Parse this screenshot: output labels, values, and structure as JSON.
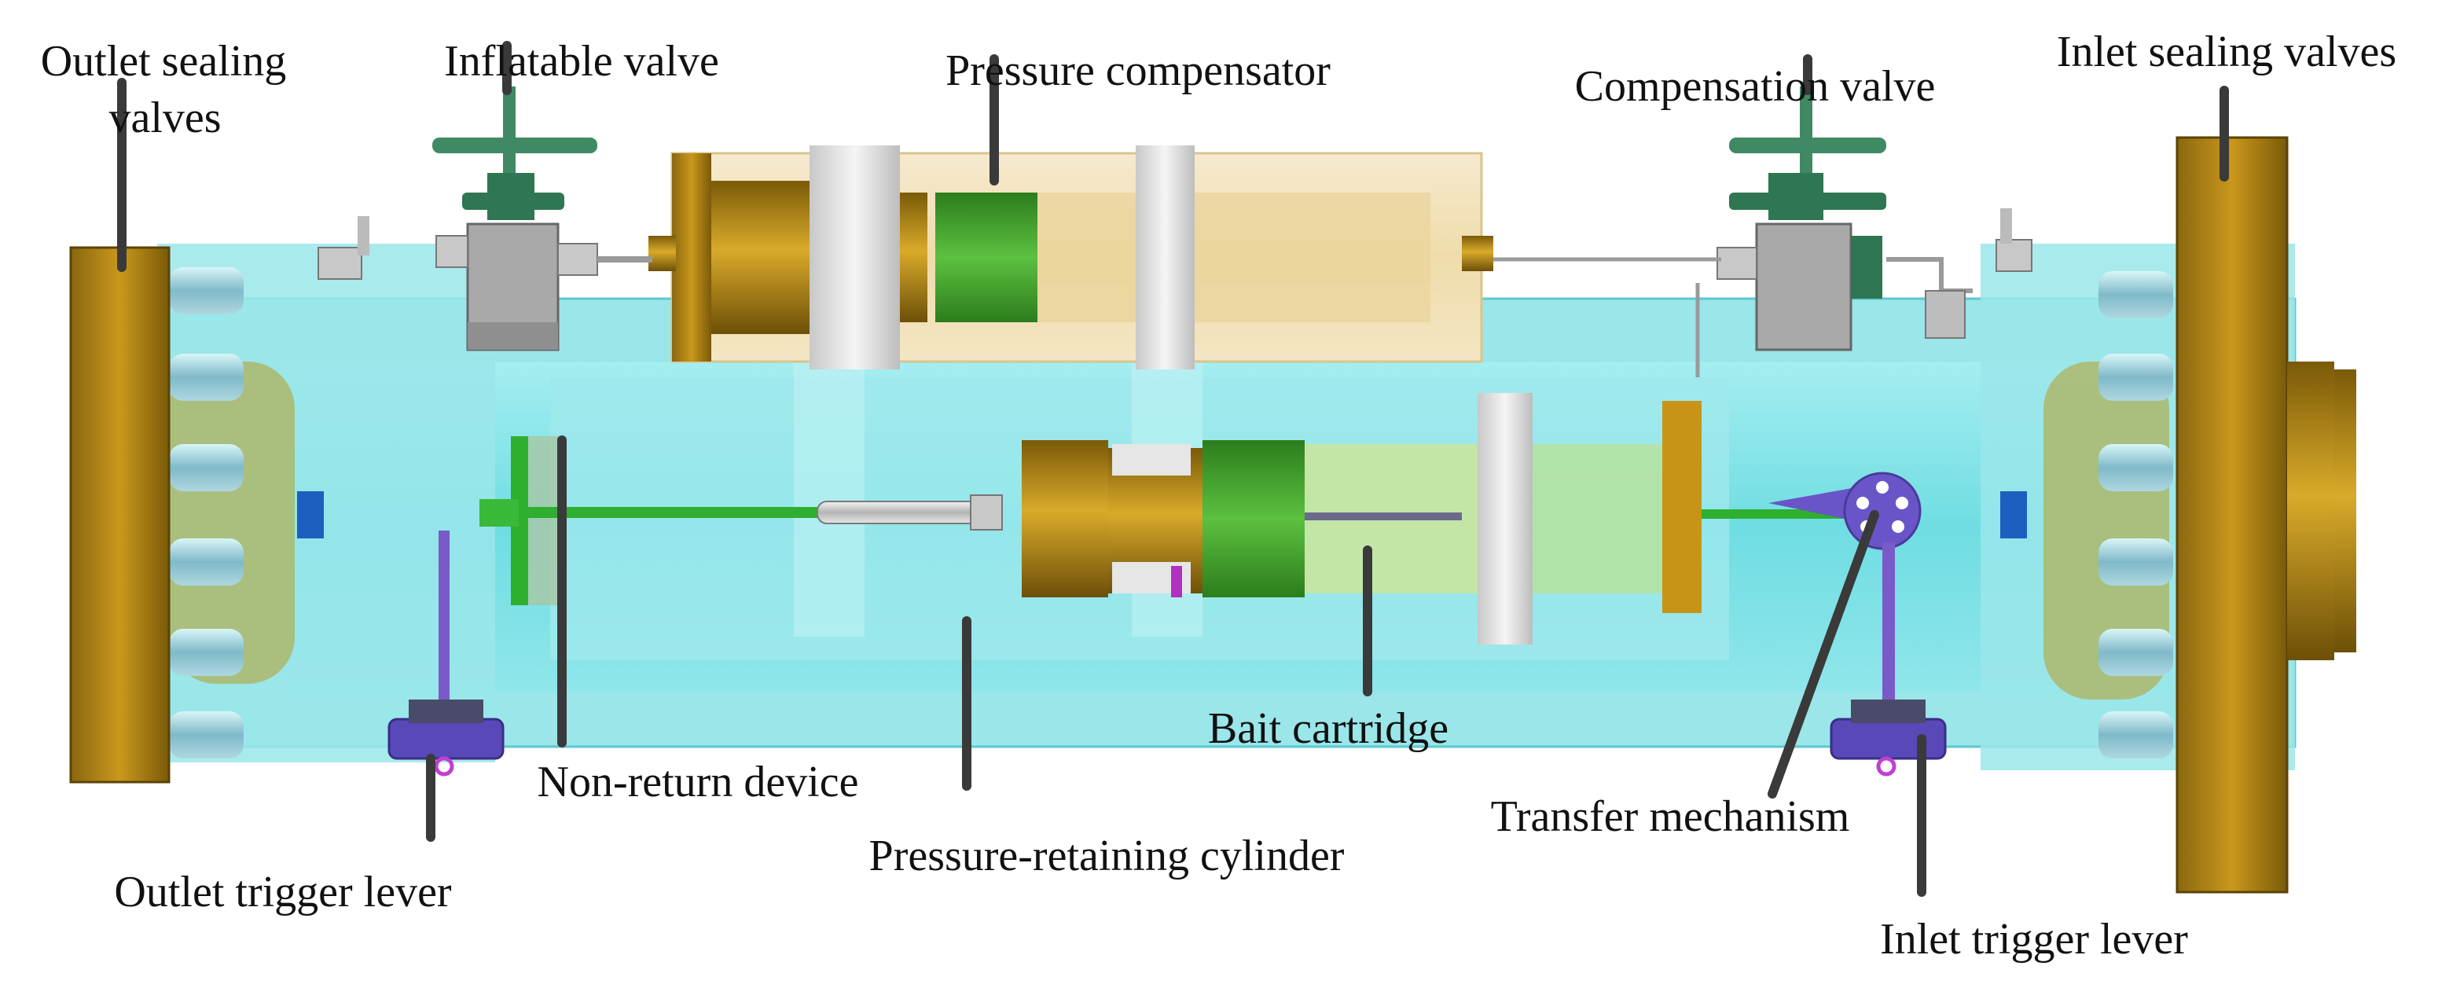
{
  "labels": {
    "outlet_sealing_valves_line1": "Outlet sealing",
    "outlet_sealing_valves_line2": "valves",
    "inflatable_valve": "Inflatable valve",
    "pressure_compensator": "Pressure compensator",
    "compensation_valve": "Compensation valve",
    "inlet_sealing_valves": "Inlet sealing valves",
    "non_return_device": "Non-return device",
    "bait_cartridge": "Bait cartridge",
    "transfer_mechanism": "Transfer mechanism",
    "pressure_retaining_cylinder": "Pressure-retaining cylinder",
    "outlet_trigger_lever": "Outlet trigger lever",
    "inlet_trigger_lever": "Inlet trigger lever"
  },
  "colors": {
    "cylinder": "#7fe3e6",
    "flange_gold": "#b58a12",
    "compensator_body": "#f0dfae",
    "valve_body": "#a9a9a9",
    "valve_handle": "#3f8a64",
    "green_gear": "#3aa12a",
    "lever_purple": "#6a55c8",
    "leader_line": "#3a3a3a"
  }
}
